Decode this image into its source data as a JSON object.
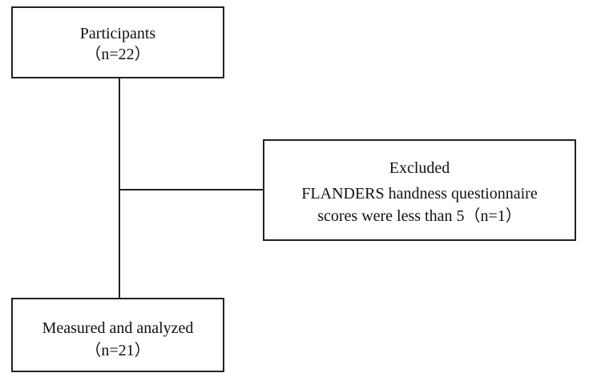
{
  "participants": {
    "title": "Participants",
    "count": "（n=22）"
  },
  "excluded": {
    "title": "Excluded",
    "reason_line1": "FLANDERS handness questionnaire",
    "reason_line2": "scores were less than 5（n=1）"
  },
  "analyzed": {
    "title": "Measured and analyzed",
    "count": "（n=21）"
  }
}
